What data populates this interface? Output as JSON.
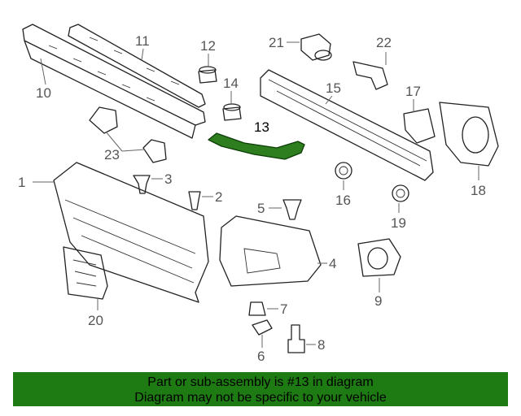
{
  "diagram": {
    "callouts": [
      {
        "id": "1",
        "text": "1"
      },
      {
        "id": "2",
        "text": "2"
      },
      {
        "id": "3",
        "text": "3"
      },
      {
        "id": "4",
        "text": "4"
      },
      {
        "id": "5",
        "text": "5"
      },
      {
        "id": "6",
        "text": "6"
      },
      {
        "id": "7",
        "text": "7"
      },
      {
        "id": "8",
        "text": "8"
      },
      {
        "id": "9",
        "text": "9"
      },
      {
        "id": "10",
        "text": "10"
      },
      {
        "id": "11",
        "text": "11"
      },
      {
        "id": "12",
        "text": "12"
      },
      {
        "id": "13",
        "text": "13"
      },
      {
        "id": "14",
        "text": "14"
      },
      {
        "id": "15",
        "text": "15"
      },
      {
        "id": "16",
        "text": "16"
      },
      {
        "id": "17",
        "text": "17"
      },
      {
        "id": "18",
        "text": "18"
      },
      {
        "id": "19",
        "text": "19"
      },
      {
        "id": "20",
        "text": "20"
      },
      {
        "id": "21",
        "text": "21"
      },
      {
        "id": "22",
        "text": "22"
      },
      {
        "id": "23",
        "text": "23"
      }
    ],
    "highlighted_part": "13",
    "highlight_color": "#2e7d1f"
  },
  "footer": {
    "line1": "Part or sub-assembly is #13 in diagram",
    "line2": "Diagram may not be specific to your vehicle",
    "background": "#1e7a12"
  }
}
